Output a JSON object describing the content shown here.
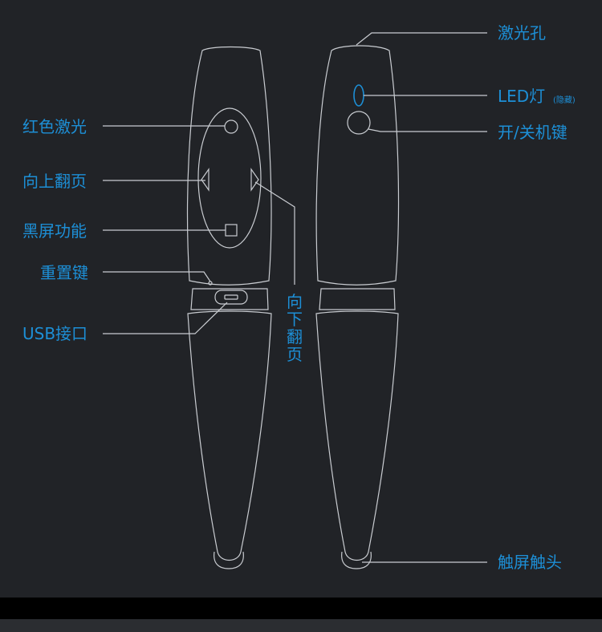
{
  "labels": {
    "red_laser": "红色激光",
    "page_up": "向上翻页",
    "black_screen": "黑屏功能",
    "reset": "重置键",
    "usb": "USB接口",
    "page_down": "向下翻页",
    "laser_hole": "激光孔",
    "led": "LED灯",
    "led_note": "(隐藏)",
    "power": "开/关机键",
    "touch_tip": "触屏触头"
  },
  "colors": {
    "label": "#1d8fd6",
    "outline": "#c9ccd1",
    "background": "#212327"
  }
}
